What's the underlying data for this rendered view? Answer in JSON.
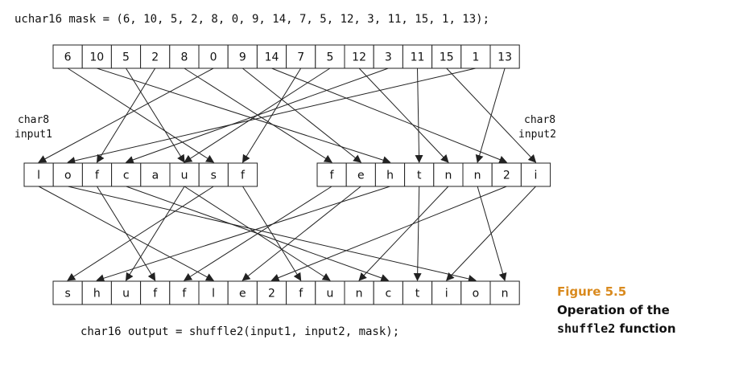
{
  "header": {
    "mask_code": "uchar16 mask = (6, 10, 5, 2, 8, 0, 9, 14, 7, 5, 12, 3, 11, 15, 1, 13);"
  },
  "mask_row": [
    "6",
    "10",
    "5",
    "2",
    "8",
    "0",
    "9",
    "14",
    "7",
    "5",
    "12",
    "3",
    "11",
    "15",
    "1",
    "13"
  ],
  "input1": {
    "label_line1": "char8",
    "label_line2": "input1",
    "cells": [
      "l",
      "o",
      "f",
      "c",
      "a",
      "u",
      "s",
      "f"
    ]
  },
  "input2": {
    "label_line1": "char8",
    "label_line2": "input2",
    "cells": [
      "f",
      "e",
      "h",
      "t",
      "n",
      "n",
      "2",
      "i"
    ]
  },
  "output": {
    "cells": [
      "s",
      "h",
      "u",
      "f",
      "f",
      "l",
      "e",
      "2",
      "f",
      "u",
      "n",
      "c",
      "t",
      "i",
      "o",
      "n"
    ],
    "code": "char16 output = shuffle2(input1, input2, mask);"
  },
  "caption": {
    "title": "Figure 5.5",
    "line1": "Operation of the",
    "line2_mono": "shuffle2",
    "line2_rest": " function"
  },
  "colors": {
    "caption_title": "#d98a1e",
    "stroke": "#222222"
  }
}
